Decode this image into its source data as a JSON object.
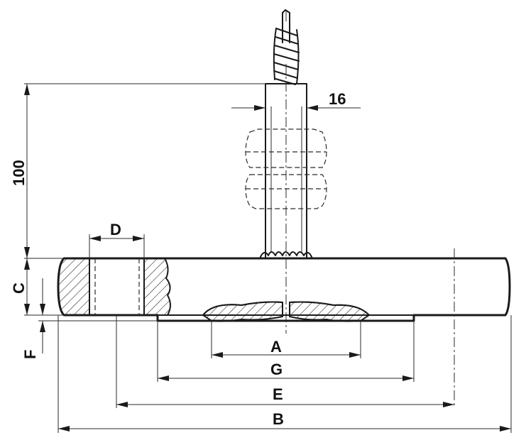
{
  "labels": {
    "stem_length": "100",
    "stem_width": "16",
    "C": "C",
    "D": "D",
    "F": "F",
    "A": "A",
    "G": "G",
    "E": "E",
    "B": "B"
  }
}
